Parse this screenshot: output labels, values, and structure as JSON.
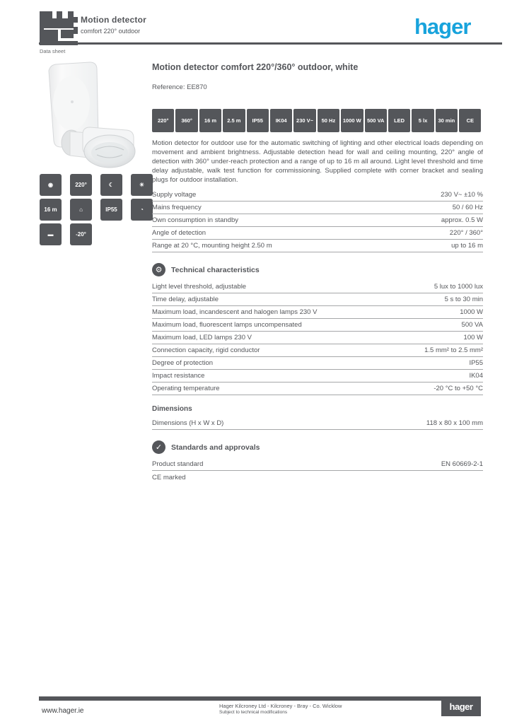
{
  "colors": {
    "ink": "#54565a",
    "hairline": "#a6a7a9",
    "brand_blue": "#18a3dc",
    "white": "#ffffff"
  },
  "header": {
    "title_line1": "Motion detector",
    "title_line2": "comfort 220° outdoor",
    "note": "Data sheet",
    "brand": "hager"
  },
  "product": {
    "title": "Motion detector comfort 220°/360° outdoor, white",
    "reference": "Reference: EE870"
  },
  "feature_strip": [
    {
      "name": "detection-angle-icon",
      "glyph": "220°"
    },
    {
      "name": "all-round-detection-icon",
      "glyph": "360°"
    },
    {
      "name": "range-icon",
      "glyph": "16 m"
    },
    {
      "name": "mounting-height-icon",
      "glyph": "2.5 m"
    },
    {
      "name": "ip-rating-icon",
      "glyph": "IP55"
    },
    {
      "name": "ik-rating-icon",
      "glyph": "IK04"
    },
    {
      "name": "voltage-icon",
      "glyph": "230 V~"
    },
    {
      "name": "frequency-icon",
      "glyph": "50 Hz"
    },
    {
      "name": "incandescent-load-icon",
      "glyph": "1000 W"
    },
    {
      "name": "fluorescent-load-icon",
      "glyph": "500 VA"
    },
    {
      "name": "led-load-icon",
      "glyph": "LED"
    },
    {
      "name": "lux-threshold-icon",
      "glyph": "5 lx"
    },
    {
      "name": "time-delay-icon",
      "glyph": "30 min"
    },
    {
      "name": "ce-mark-icon",
      "glyph": "CE"
    }
  ],
  "left_pictos": [
    {
      "name": "motion-icon",
      "glyph": "◉"
    },
    {
      "name": "angle-icon",
      "glyph": "220°"
    },
    {
      "name": "night-icon",
      "glyph": "☾"
    },
    {
      "name": "sun-icon",
      "glyph": "☀"
    },
    {
      "name": "range-icon",
      "glyph": "16 m"
    },
    {
      "name": "wall-mount-icon",
      "glyph": "⌂"
    },
    {
      "name": "ip55-icon",
      "glyph": "IP55"
    },
    {
      "name": "timer-icon",
      "glyph": "◔"
    },
    {
      "name": "level-bar-icon",
      "glyph": "▬"
    },
    {
      "name": "temperature-icon",
      "glyph": "-20°"
    }
  ],
  "description": "Motion detector for outdoor use for the automatic switching of lighting and other electrical loads depending on movement and ambient brightness. Adjustable detection head for wall and ceiling mounting, 220° angle of detection with 360° under-reach protection and a range of up to 16 m all around. Light level threshold and time delay adjustable, walk test function for commissioning. Supplied complete with corner bracket and sealing plugs for outdoor installation.",
  "spec_general": [
    {
      "label": "Supply voltage",
      "value": "230 V~ ±10 %"
    },
    {
      "label": "Mains frequency",
      "value": "50 / 60 Hz"
    },
    {
      "label": "Own consumption in standby",
      "value": "approx. 0.5 W"
    },
    {
      "label": "Angle of detection",
      "value": "220° / 360°"
    },
    {
      "label": "Range at 20 °C, mounting height 2.50 m",
      "value": "up to 16 m"
    }
  ],
  "section_technical": {
    "title": "Technical characteristics",
    "icon_glyph": "⚙"
  },
  "spec_technical": [
    {
      "label": "Light level threshold, adjustable",
      "value": "5 lux to 1000 lux"
    },
    {
      "label": "Time delay, adjustable",
      "value": "5 s to 30 min"
    },
    {
      "label": "Maximum load, incandescent and halogen lamps 230 V",
      "value": "1000 W"
    },
    {
      "label": "Maximum load, fluorescent lamps uncompensated",
      "value": "500 VA"
    },
    {
      "label": "Maximum load, LED lamps 230 V",
      "value": "100 W"
    },
    {
      "label": "Connection capacity, rigid conductor",
      "value": "1.5 mm² to 2.5 mm²"
    },
    {
      "label": "Degree of protection",
      "value": "IP55"
    },
    {
      "label": "Impact resistance",
      "value": "IK04"
    },
    {
      "label": "Operating temperature",
      "value": "-20 °C to +50 °C"
    }
  ],
  "dimensions": {
    "title": "Dimensions",
    "row": {
      "label": "Dimensions (H x W x D)",
      "value": "118 x 80 x 100 mm"
    }
  },
  "standards": {
    "title": "Standards and approvals",
    "icon_glyph": "✓",
    "row": {
      "label": "Product standard",
      "value": "EN 60669-2-1"
    },
    "note": "CE marked"
  },
  "footer": {
    "url": "www.hager.ie",
    "line1": "Hager Kilcroney Ltd - Kilcroney - Bray - Co. Wicklow",
    "line2": "Subject to technical modifications",
    "brand": "hager"
  }
}
